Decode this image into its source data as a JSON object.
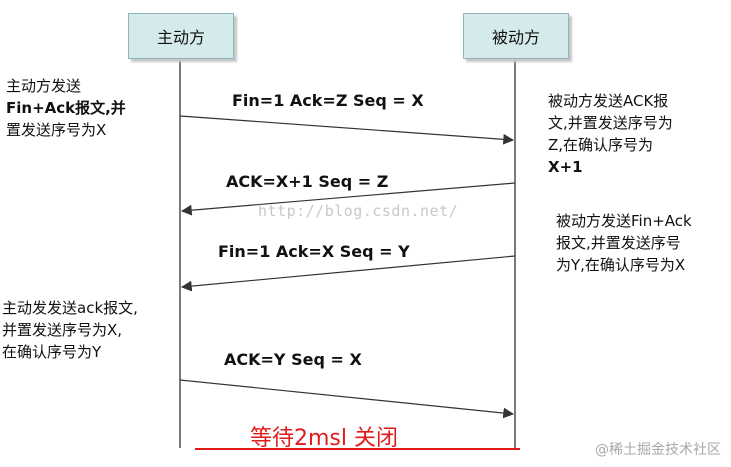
{
  "actors": {
    "active": "主动方",
    "passive": "被动方"
  },
  "messages": [
    "Fin=1 Ack=Z Seq = X",
    "ACK=X+1 Seq = Z",
    "Fin=1 Ack=X Seq = Y",
    "ACK=Y Seq = X"
  ],
  "notes": {
    "active_1": [
      "主动方发送",
      "Fin+Ack报文,并",
      "置发送序号为X"
    ],
    "passive_1": [
      "被动方发送ACK报",
      "文,并置发送序号为",
      "Z,在确认序号为",
      "X+1"
    ],
    "passive_2": [
      "被动方发送Fin+Ack",
      "报文,并置发送序号",
      "为Y,在确认序号为X"
    ],
    "active_2": [
      "主动发发送ack报文,",
      "并置发送序号为X,",
      "在确认序号为Y"
    ]
  },
  "close_label": "等待2msl 关闭",
  "watermark": "http://blog.csdn.net/",
  "brand": "@稀土掘金技术社区",
  "colors": {
    "actor_fill": "#d5eaea",
    "close_text": "#e11b1b",
    "arrow": "#333333"
  }
}
